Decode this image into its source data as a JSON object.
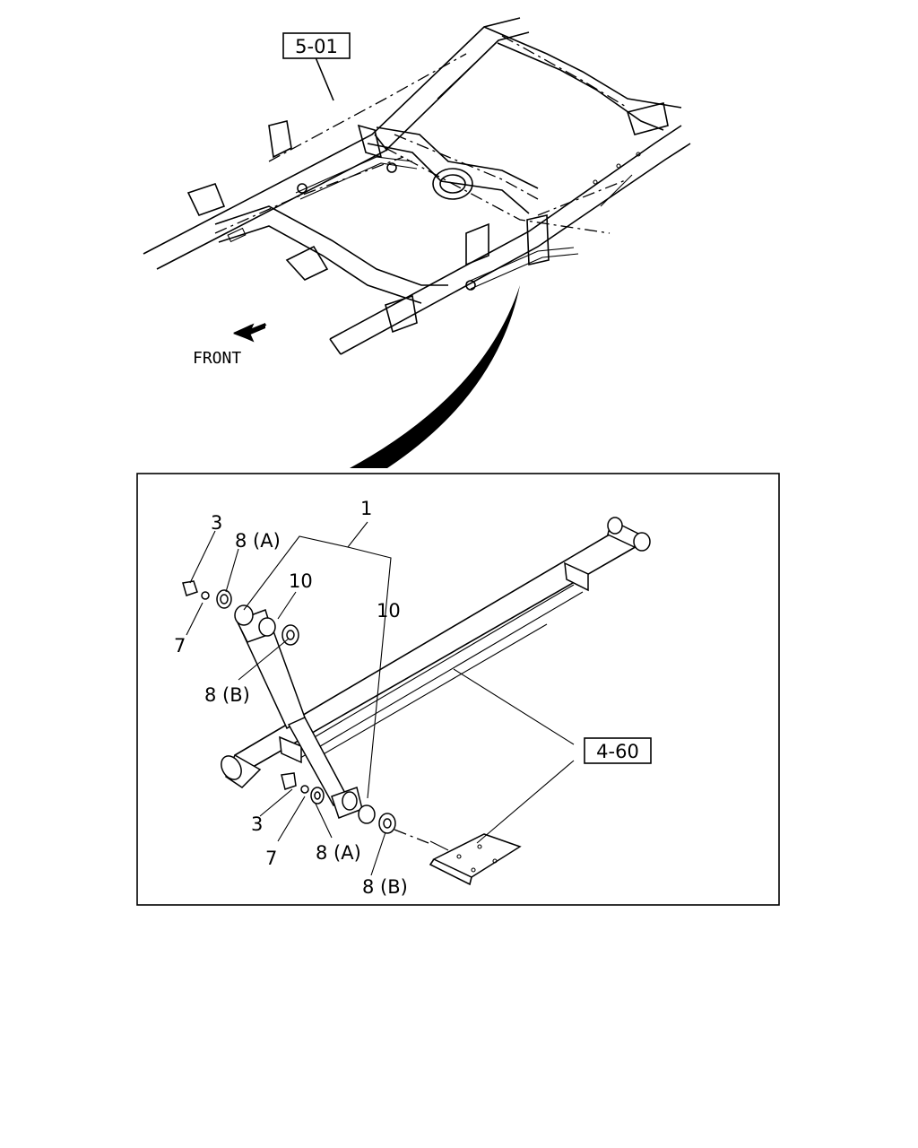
{
  "labels": {
    "ref_frame": "5-01",
    "ref_spring": "4-60",
    "front": "FRONT",
    "p1": "1",
    "p10_a": "10",
    "p10_b": "10",
    "p3_top": "3",
    "p3_bottom": "3",
    "p7_top": "7",
    "p7_bottom": "7",
    "p8a_top": "8 (A)",
    "p8a_bottom": "8 (A)",
    "p8b_top": "8 (B)",
    "p8b_bottom": "8 (B)"
  }
}
